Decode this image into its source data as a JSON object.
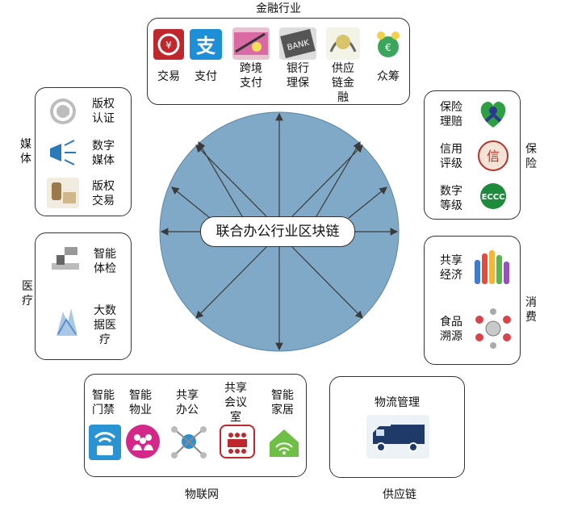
{
  "center": "联合办公行业区块链",
  "finance": {
    "title": "金融行业",
    "items": [
      "交易",
      "支付",
      "跨境\n支付",
      "银行\n理保",
      "供应\n链金\n融",
      "众筹"
    ]
  },
  "insurance": {
    "title": "保\n险",
    "items": [
      "保险\n理赔",
      "信用\n评级",
      "数字\n等级"
    ]
  },
  "media": {
    "title": "媒\n体",
    "items": [
      "版权\n认证",
      "数字\n媒体",
      "版权\n交易"
    ]
  },
  "medical": {
    "title": "医\n疗",
    "items": [
      "智能\n体检",
      "大数\n据医\n疗"
    ]
  },
  "consume": {
    "title": "消\n费",
    "items": [
      "共享\n经济",
      "食品\n溯源"
    ]
  },
  "iot": {
    "title": "物联网",
    "items": [
      "智能\n门禁",
      "智能\n物业",
      "共享\n办公",
      "共享\n会议\n室",
      "智能\n家居"
    ]
  },
  "supply": {
    "title": "供应链",
    "items": [
      "物流管理"
    ]
  },
  "colors": {
    "circle": "#7fa9c6",
    "arrow": "#3a3a3a",
    "pink": "#d3288a",
    "red": "#c0272d",
    "blue": "#1d8fd8"
  }
}
